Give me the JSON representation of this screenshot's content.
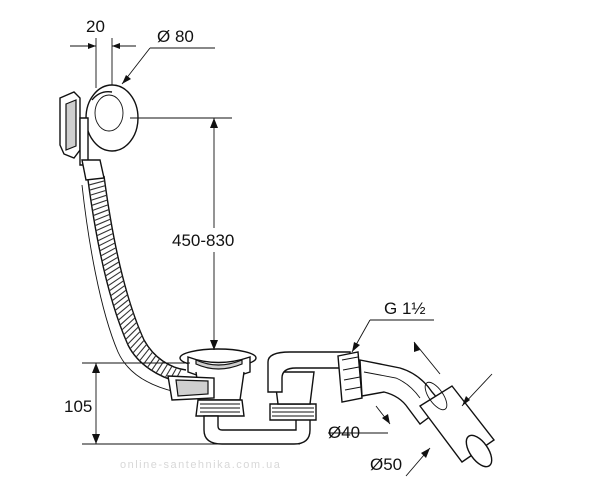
{
  "dimensions": {
    "overflow_offset": "20",
    "overflow_diameter": "Ø 80",
    "height_range": "450-830",
    "outlet_height": "105",
    "thread": "G 1½",
    "outlet_diameter_small": "Ø40",
    "outlet_diameter_large": "Ø50"
  },
  "watermark": "online-santehnika.com.ua"
}
